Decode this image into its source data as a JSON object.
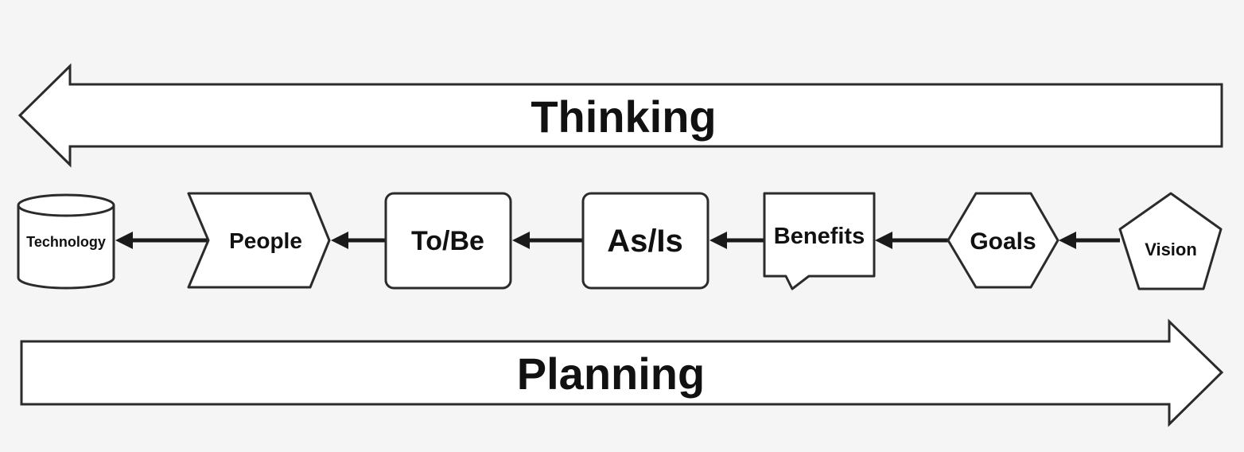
{
  "colors": {
    "background": "#f5f5f5",
    "shape-fill": "#ffffff",
    "shape-stroke": "#2b2b2b",
    "connector": "#1a1a1a",
    "text": "#111111"
  },
  "banners": {
    "thinking": {
      "label": "Thinking",
      "direction": "left"
    },
    "planning": {
      "label": "Planning",
      "direction": "right"
    }
  },
  "flow": {
    "order": "right-to-left",
    "nodes": [
      {
        "id": "technology",
        "label": "Technology",
        "shape": "cylinder"
      },
      {
        "id": "people",
        "label": "People",
        "shape": "chevron"
      },
      {
        "id": "tobe",
        "label": "To/Be",
        "shape": "rounded-rectangle"
      },
      {
        "id": "asis",
        "label": "As/Is",
        "shape": "rounded-rectangle"
      },
      {
        "id": "benefits",
        "label": "Benefits",
        "shape": "speech-bubble"
      },
      {
        "id": "goals",
        "label": "Goals",
        "shape": "hexagon"
      },
      {
        "id": "vision",
        "label": "Vision",
        "shape": "pentagon"
      }
    ],
    "connectors": [
      {
        "from": "vision",
        "to": "goals"
      },
      {
        "from": "goals",
        "to": "benefits"
      },
      {
        "from": "benefits",
        "to": "asis"
      },
      {
        "from": "asis",
        "to": "tobe"
      },
      {
        "from": "tobe",
        "to": "people"
      },
      {
        "from": "people",
        "to": "technology"
      }
    ]
  }
}
